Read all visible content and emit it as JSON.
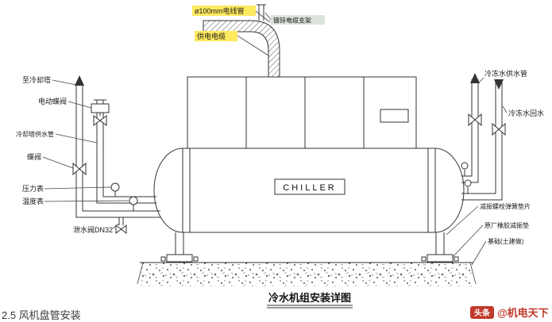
{
  "drawing": {
    "title": "冷水机组安装详图",
    "equipment_label": "CHILLER"
  },
  "callouts": {
    "conduit": "ø100mm电线管",
    "bracket": "镀锌电缆支架",
    "cable": "供电电缆",
    "to_cooling_tower": "至冷却塔",
    "electric_valve": "电动蝶阀",
    "ct_supply_pipe": "冷却塔供水管",
    "butterfly_valve": "蝶阀",
    "pressure_gauge": "压力表",
    "thermometer": "温度表",
    "drain_valve": "泄水阀DN32",
    "chw_supply": "冷冻水供水管",
    "chw_return": "冷冻水回水",
    "spring_washer": "减振螺栓弹簧垫片",
    "rubber_pad": "原厂橡胶减振垫",
    "foundation": "基础(土建做)"
  },
  "footer": {
    "section": "2.5 风机盘管安装",
    "watermark_badge": "头条",
    "watermark_text": "@机电天下"
  },
  "colors": {
    "line": "#333333",
    "highlight": "#ffe95e",
    "watermark_red": "#c0392b"
  }
}
